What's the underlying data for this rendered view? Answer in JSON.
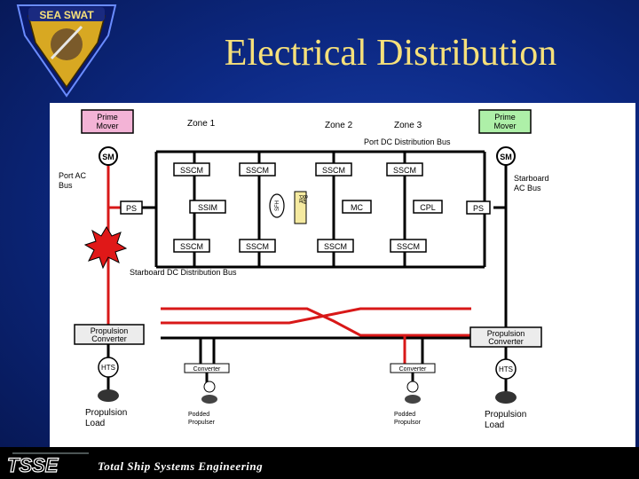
{
  "slide": {
    "title": "Electrical Distribution",
    "logo_text": "SEA SWAT",
    "footer_logo": "TSSE",
    "footer_text": "Total Ship Systems Engineering"
  },
  "diagram": {
    "zone1": "Zone 1",
    "zone2": "Zone 2",
    "zone3": "Zone 3",
    "port_dc_bus": "Port DC Distribution Bus",
    "stbd_dc_bus": "Starboard DC  Distribution Bus",
    "prime_mover_left": [
      "Prime",
      "Mover"
    ],
    "prime_mover_right": [
      "Prime",
      "Mover"
    ],
    "sm": "SM",
    "port_ac_bus": [
      "Port AC",
      "Bus"
    ],
    "stbd_ac_bus": [
      "Starboard",
      "AC Bus"
    ],
    "ps": "PS",
    "sscm": "SSCM",
    "ssim": "SSIM",
    "mc": "MC",
    "cpl": "CPL",
    "sfh": "SFH",
    "pitt_bay": [
      "Pitt",
      "Bay"
    ],
    "prop_conv_left": [
      "Propulsion",
      "Converter"
    ],
    "prop_conv_right": [
      "Propulsion",
      "Converter"
    ],
    "hts": "HTS",
    "converter": "Converter",
    "prop_load_left": [
      "Propulsion",
      "Load"
    ],
    "prop_load_right": [
      "Propulsion",
      "Load"
    ],
    "podded_left": [
      "Podded",
      "Propulser"
    ],
    "podded_right": [
      "Podded",
      "Propulsor"
    ]
  },
  "colors": {
    "title": "#f6e07a",
    "fault_bus": "#d81818",
    "prime_mover_left": "#f3b3d6",
    "prime_mover_right": "#aef0a8",
    "pitt_bay": "#f5eaa0"
  }
}
